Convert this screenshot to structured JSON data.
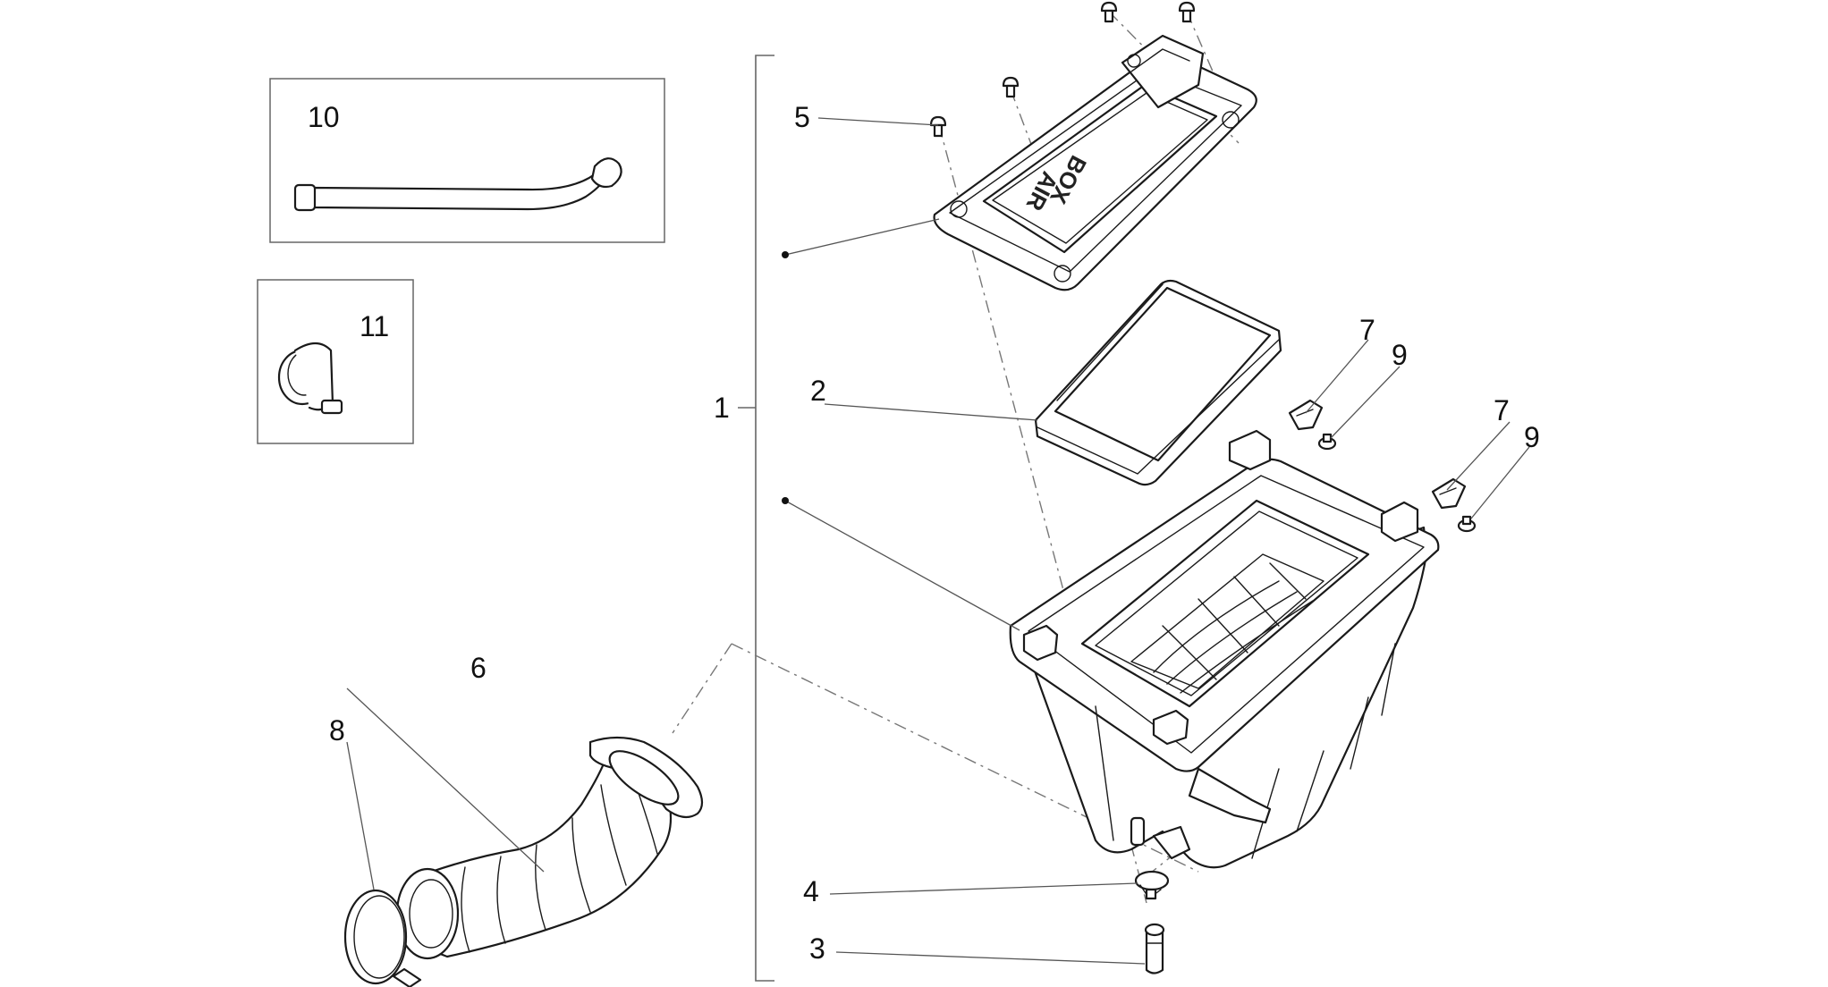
{
  "callouts": {
    "c1": "1",
    "c2": "2",
    "c3": "3",
    "c4": "4",
    "c5": "5",
    "c6": "6",
    "c7a": "7",
    "c7b": "7",
    "c8": "8",
    "c9a": "9",
    "c9b": "9",
    "c10": "10",
    "c11": "11"
  },
  "cover_emboss": {
    "line1": "AIR",
    "line2": "BOX"
  }
}
